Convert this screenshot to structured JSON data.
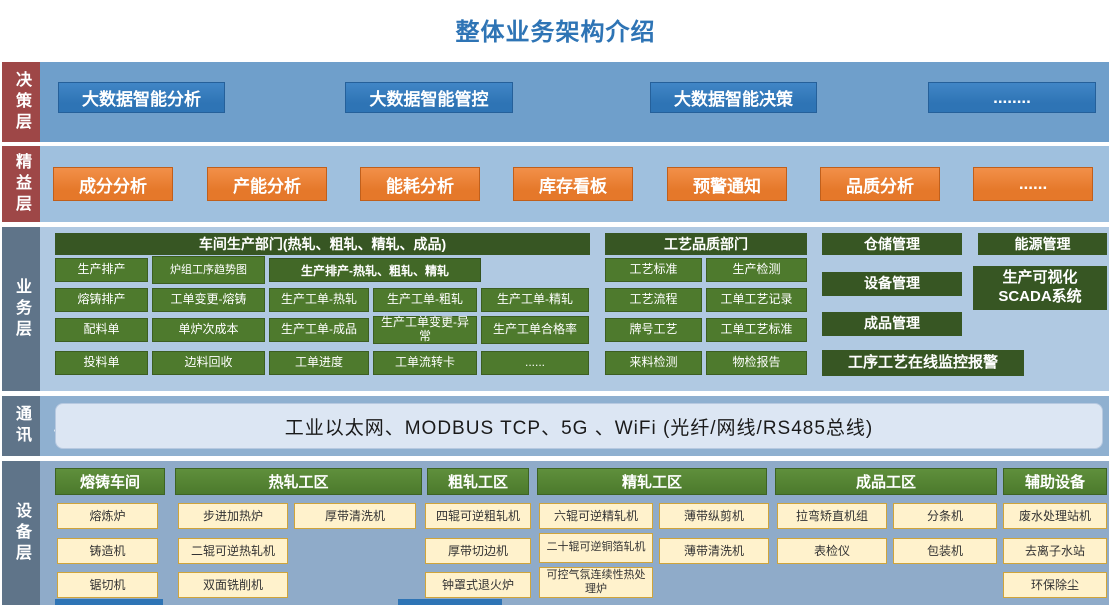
{
  "title": "整体业务架构介绍",
  "colors": {
    "title_blue": "#2e74b5",
    "decision_box_blue": "#2e74b5",
    "lean_box_orange": "#e5782a",
    "business_header_green": "#375623",
    "business_cell_green": "#4e7a2d",
    "device_header_green": "#4c7a2c",
    "device_item_yellow": "#fff2cc",
    "layer_label_red": "#9e4747",
    "layer_label_slate": "#5f7489",
    "comm_box_bg": "#dce6f3"
  },
  "layers": {
    "decision": {
      "label": "决策层",
      "items": [
        "大数据智能分析",
        "大数据智能管控",
        "大数据智能决策",
        "........"
      ]
    },
    "lean": {
      "label": "精益层",
      "items": [
        "成分分析",
        "产能分析",
        "能耗分析",
        "库存看板",
        "预警通知",
        "品质分析",
        "......"
      ]
    },
    "business": {
      "label": "业务层",
      "workshop": {
        "header": "车间生产部门(热轧、粗轧、精轧、成品)",
        "col1": [
          "生产排产",
          "熔铸排产",
          "配料单",
          "投料单"
        ],
        "col2": [
          "炉组工序趋势图",
          "工单变更-熔铸",
          "单炉次成本",
          "边料回收"
        ],
        "subheader": "生产排产-热轧、粗轧、精轧",
        "rowB": [
          "生产工单-热轧",
          "生产工单-粗轧",
          "生产工单-精轧"
        ],
        "rowC": [
          "生产工单-成品",
          "生产工单变更-异常",
          "生产工单合格率"
        ],
        "rowD": [
          "工单进度",
          "工单流转卡",
          "......"
        ]
      },
      "quality": {
        "header": "工艺品质部门",
        "rows": [
          [
            "工艺标准",
            "生产检测"
          ],
          [
            "工艺流程",
            "工单工艺记录"
          ],
          [
            "牌号工艺",
            "工单工艺标准"
          ],
          [
            "来料检测",
            "物检报告"
          ]
        ]
      },
      "management": {
        "warehouse": "仓储管理",
        "energy": "能源管理",
        "equipment": "设备管理",
        "scada": "生产可视化SCADA系统",
        "finished": "成品管理",
        "monitor": "工序工艺在线监控报警"
      }
    },
    "comm": {
      "label": "通讯层",
      "text": "工业以太网、MODBUS TCP、5G 、WiFi   (光纤/网线/RS485总线)"
    },
    "device": {
      "label": "设备层",
      "zones": [
        {
          "header": "熔铸车间",
          "cols": [
            [
              "熔炼炉",
              "铸造机",
              "锯切机"
            ]
          ]
        },
        {
          "header": "热轧工区",
          "cols": [
            [
              "步进加热炉",
              "二辊可逆热轧机",
              "双面铣削机"
            ],
            [
              "厚带清洗机"
            ]
          ]
        },
        {
          "header": "粗轧工区",
          "cols": [
            [
              "四辊可逆粗轧机",
              "厚带切边机",
              "钟罩式退火炉"
            ]
          ]
        },
        {
          "header": "精轧工区",
          "cols": [
            [
              "六辊可逆精轧机",
              "二十辊可逆铜箔轧机",
              "可控气氛连续性热处理炉"
            ],
            [
              "薄带纵剪机",
              "薄带清洗机"
            ]
          ]
        },
        {
          "header": "成品工区",
          "cols": [
            [
              "拉弯矫直机组",
              "表检仪"
            ],
            [
              "分条机",
              "包装机"
            ]
          ]
        },
        {
          "header": "辅助设备",
          "cols": [
            [
              "废水处理站机",
              "去离子水站",
              "环保除尘"
            ]
          ]
        }
      ]
    }
  }
}
